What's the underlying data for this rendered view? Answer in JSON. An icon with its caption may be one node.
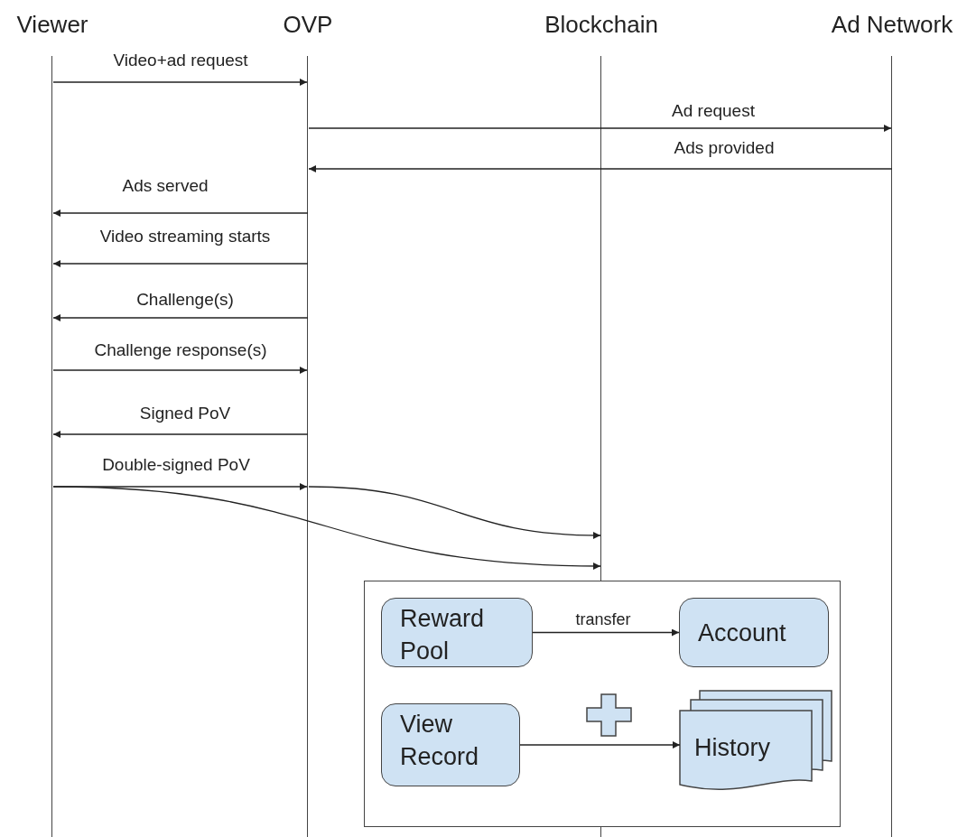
{
  "diagram": {
    "nodes": [
      {
        "text": [
          "Viewer"
        ]
      },
      {
        "text": [
          "OVP"
        ]
      },
      {
        "text": [
          "Blockchain"
        ]
      },
      {
        "text": [
          "Ad Network"
        ]
      },
      {
        "text": [],
        "shape": "box"
      },
      {
        "text": [
          "Reward Pool"
        ],
        "in": 4
      },
      {
        "text": [
          "Account"
        ],
        "in": 4
      },
      {
        "text": [
          "View Record"
        ],
        "in": 4
      },
      {
        "text": [
          "History"
        ],
        "in": 4
      }
    ],
    "edges": [
      {
        "from": 0,
        "to": 1,
        "arrow": "to",
        "label": "Video+ad request"
      },
      {
        "from": 1,
        "to": 3,
        "arrow": "to",
        "label": "Ad request"
      },
      {
        "from": 3,
        "to": 1,
        "arrow": "to",
        "label": "Ads provided"
      },
      {
        "from": 1,
        "to": 0,
        "arrow": "to",
        "label": "Ads served"
      },
      {
        "from": 1,
        "to": 0,
        "arrow": "to",
        "label": "Video streaming starts"
      },
      {
        "from": 1,
        "to": 0,
        "arrow": "to",
        "label": "Challenge(s)"
      },
      {
        "from": 0,
        "to": 1,
        "arrow": "to",
        "label": "Challenge response(s)"
      },
      {
        "from": 1,
        "to": 0,
        "arrow": "to",
        "label": "Signed PoV"
      },
      {
        "from": 0,
        "to": 1,
        "arrow": "to",
        "label": "Double-signed PoV"
      },
      {
        "from": 1,
        "to": 2,
        "arrow": "to"
      },
      {
        "from": 0,
        "to": 2,
        "arrow": "to"
      },
      {
        "from": 5,
        "to": 6,
        "arrow": "to",
        "label": "transfer"
      },
      {
        "from": 7,
        "to": 8,
        "arrow": "to"
      }
    ]
  }
}
